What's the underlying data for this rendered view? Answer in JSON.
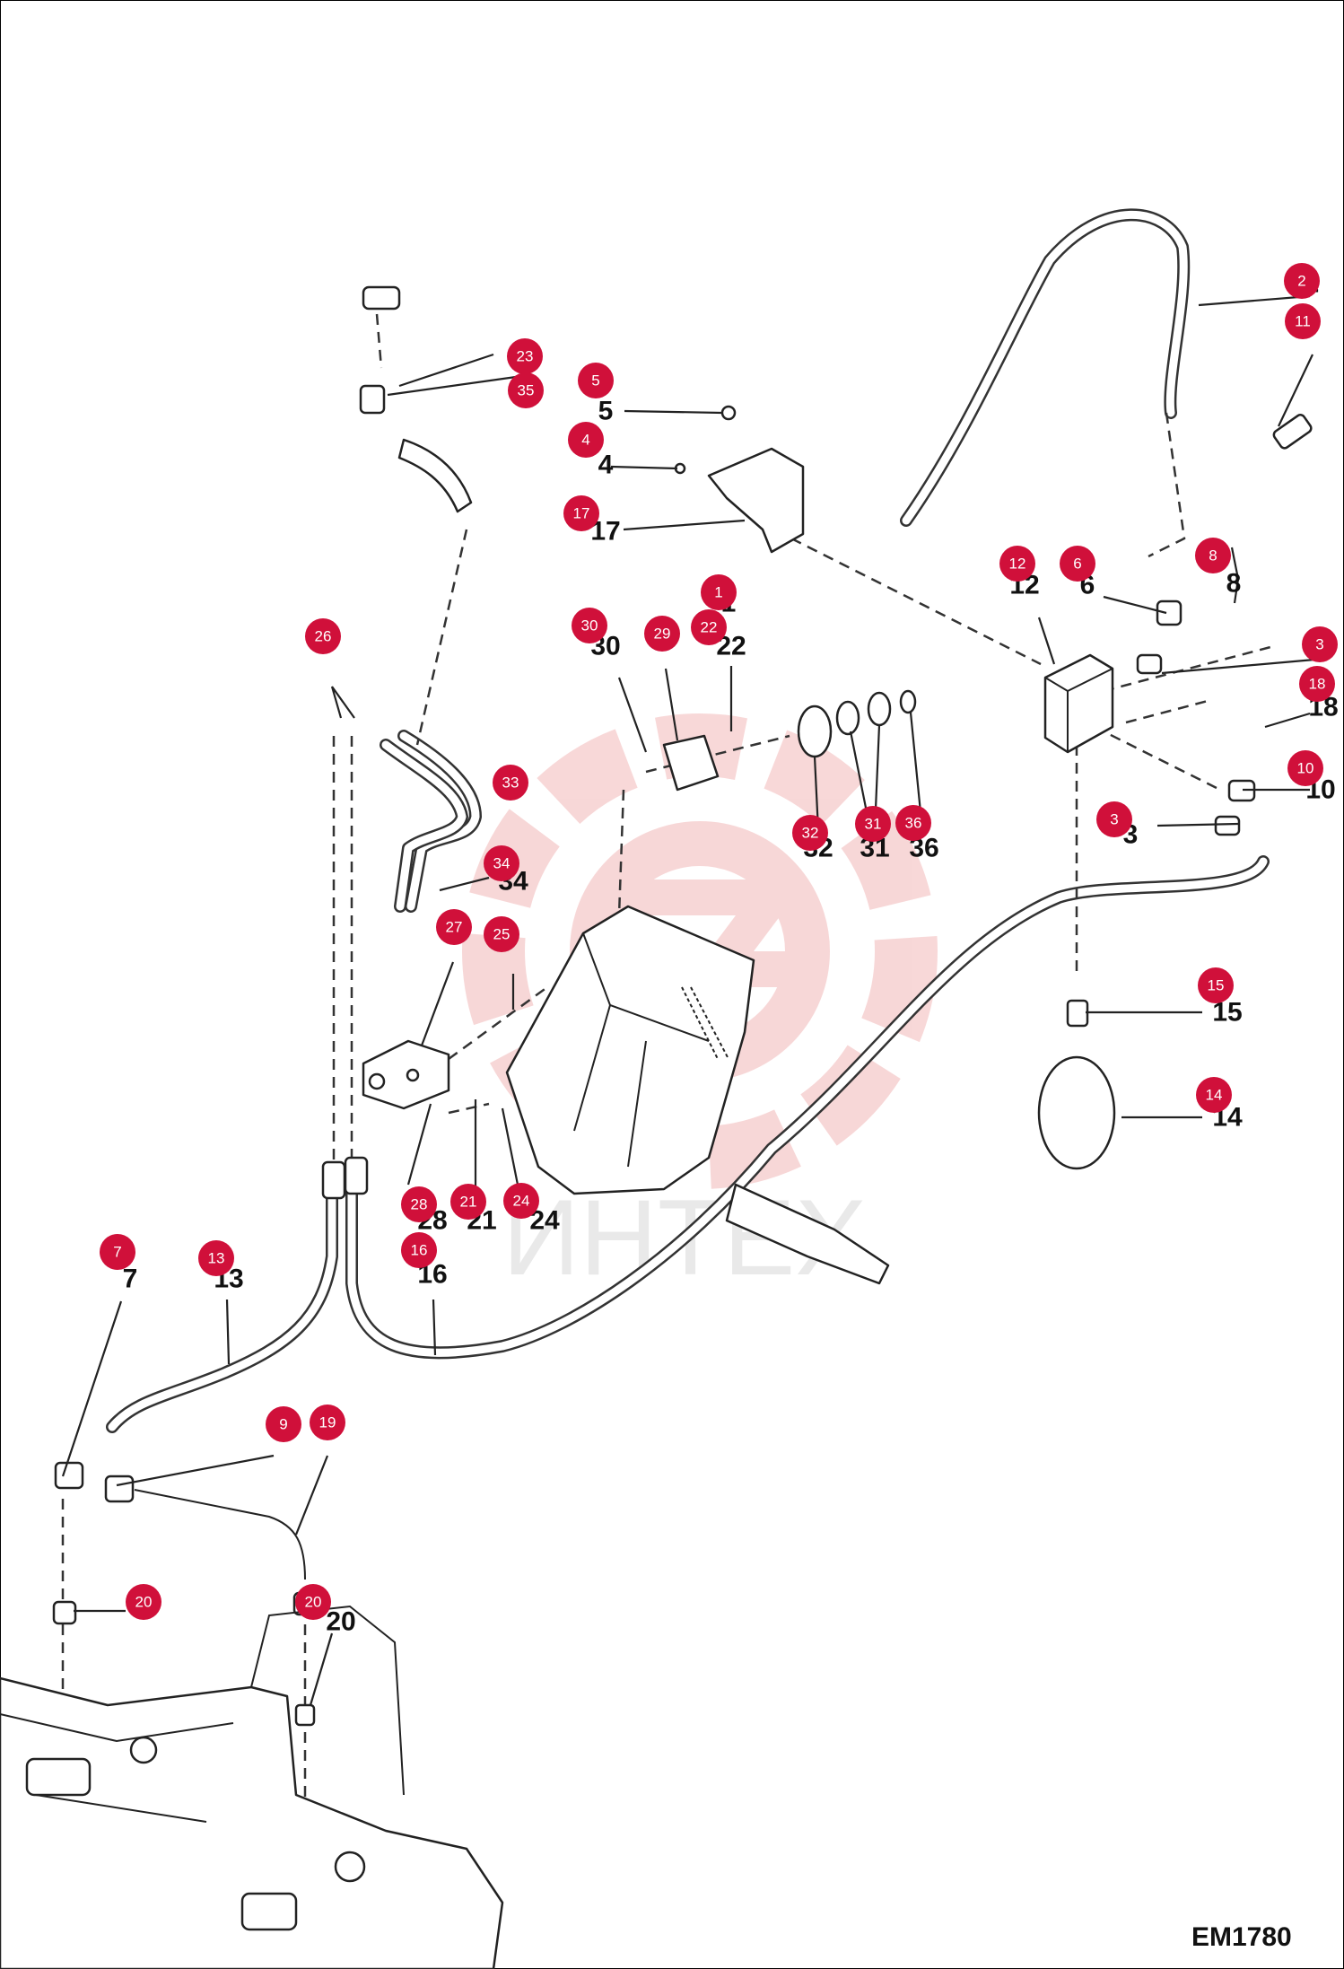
{
  "drawing_code": "EM1780",
  "watermark_text": "ИНТЕХ",
  "colors": {
    "marker": "#d0103a",
    "line": "#222222",
    "watermark": "#f2b8b8"
  },
  "markers": [
    {
      "label": "1"
    },
    {
      "label": "2"
    },
    {
      "label": "3"
    },
    {
      "label": "3"
    },
    {
      "label": "4"
    },
    {
      "label": "5"
    },
    {
      "label": "6"
    },
    {
      "label": "7"
    },
    {
      "label": "8"
    },
    {
      "label": "9"
    },
    {
      "label": "10"
    },
    {
      "label": "11"
    },
    {
      "label": "12"
    },
    {
      "label": "13"
    },
    {
      "label": "14"
    },
    {
      "label": "15"
    },
    {
      "label": "16"
    },
    {
      "label": "17"
    },
    {
      "label": "18"
    },
    {
      "label": "19"
    },
    {
      "label": "20"
    },
    {
      "label": "20"
    },
    {
      "label": "21"
    },
    {
      "label": "22"
    },
    {
      "label": "23"
    },
    {
      "label": "24"
    },
    {
      "label": "25"
    },
    {
      "label": "26"
    },
    {
      "label": "27"
    },
    {
      "label": "28"
    },
    {
      "label": "29"
    },
    {
      "label": "30"
    },
    {
      "label": "31"
    },
    {
      "label": "32"
    },
    {
      "label": "33"
    },
    {
      "label": "34"
    },
    {
      "label": "35"
    },
    {
      "label": "36"
    }
  ],
  "callouts": [
    {
      "text": "2"
    },
    {
      "text": "1"
    },
    {
      "text": "5"
    },
    {
      "text": "4"
    },
    {
      "text": "17"
    },
    {
      "text": "6"
    },
    {
      "text": "12"
    },
    {
      "text": "8"
    },
    {
      "text": "30"
    },
    {
      "text": "22"
    },
    {
      "text": "18"
    },
    {
      "text": "10"
    },
    {
      "text": "32"
    },
    {
      "text": "31"
    },
    {
      "text": "36"
    },
    {
      "text": "3"
    },
    {
      "text": "34"
    },
    {
      "text": "15"
    },
    {
      "text": "14"
    },
    {
      "text": "28"
    },
    {
      "text": "21"
    },
    {
      "text": "24"
    },
    {
      "text": "7"
    },
    {
      "text": "13"
    },
    {
      "text": "16"
    },
    {
      "text": "20"
    }
  ]
}
